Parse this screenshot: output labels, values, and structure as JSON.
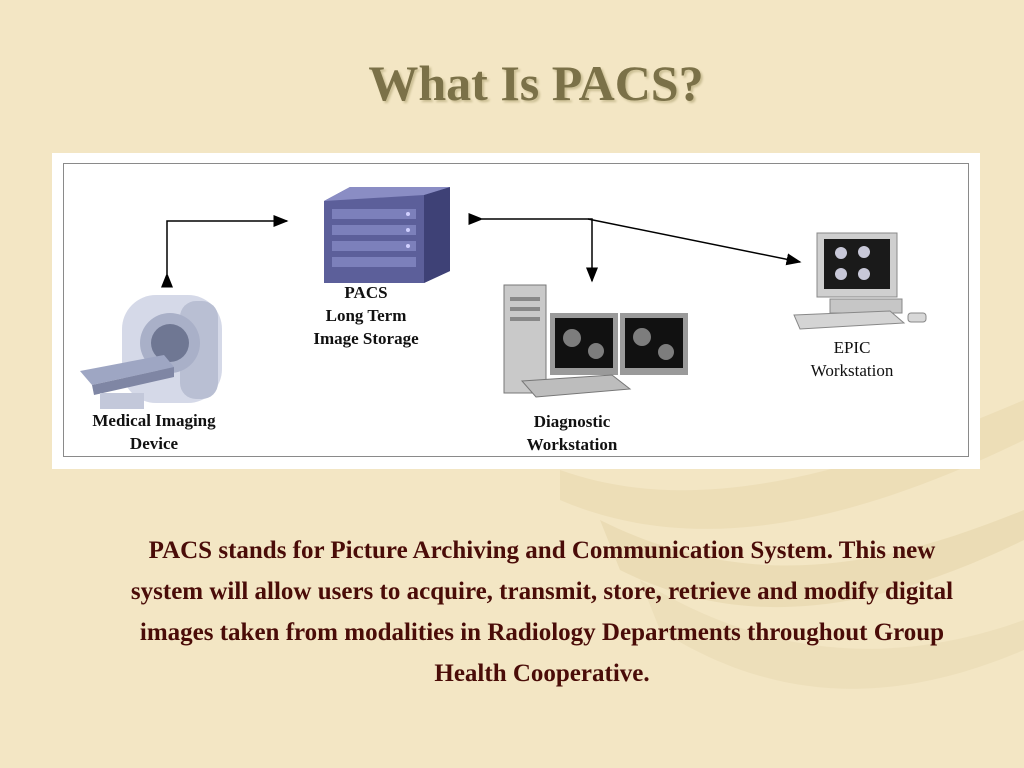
{
  "slide": {
    "title": "What Is PACS?",
    "body": "PACS stands for Picture Archiving and Communication System.  This new system will allow users to acquire, transmit, store, retrieve and modify digital images taken from modalities in Radiology Departments throughout Group Health Cooperative."
  },
  "diagram": {
    "nodes": {
      "pacs": {
        "lines": [
          "PACS",
          "Long Term",
          "Image Storage"
        ]
      },
      "medical": {
        "lines": [
          "Medical Imaging",
          "Device"
        ]
      },
      "diagnostic": {
        "lines": [
          "Diagnostic",
          "Workstation"
        ]
      },
      "epic": {
        "lines": [
          "EPIC",
          "Workstation"
        ]
      }
    }
  },
  "colors": {
    "background": "#f3e6c4",
    "title": "#7b7148",
    "body_text": "#4a0c08"
  }
}
